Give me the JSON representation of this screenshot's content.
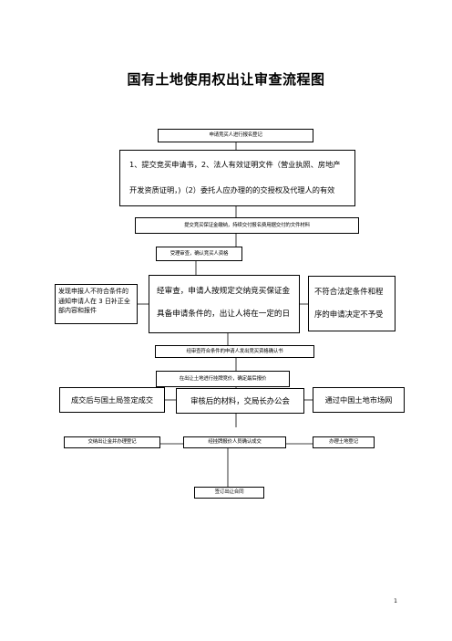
{
  "title": "国有土地使用权出让审查流程图",
  "steps": {
    "s1": "申请竞买人进行报名登记",
    "s2_line1": "1、提交竞买申请书，2、法人有效证明文件（营业执照、房地产",
    "s2_line2": "开发资质证明，)（2）委托人应办理的的交授权及代理人的有效",
    "s3": "提交竞买保证金缴纳，持续交付报名费用据交付的文件材料",
    "s4": "受理审查，确认竞买人资格",
    "s5_line1": "经审查，申请人按规定交纳竞买保证金",
    "s5_line2": "具备申请条件的，出让人将在一定的日",
    "s6": "经审查符合条件的申请人发出竞买资格确认书",
    "s7": "在出让土地进行挂牌竞价，确定最后报价",
    "s8": "审核后的材料，交局长办公会",
    "s9": "经挂牌报价人员确认成交",
    "s10": "签订出让合同"
  },
  "side": {
    "left_top": "发现申报人不符合条件的通知申请人在 3 日补正全部内容和报件",
    "right_top_line1": "不符合法定条件和程",
    "right_top_line2": "序的申请决定不予受",
    "left_mid": "成交后与国土局签定成交",
    "right_mid": "通过中国土地市场网",
    "left_bottom": "交纳出让金并办理登记",
    "right_bottom": "办理土地登记"
  },
  "page_number": "1"
}
